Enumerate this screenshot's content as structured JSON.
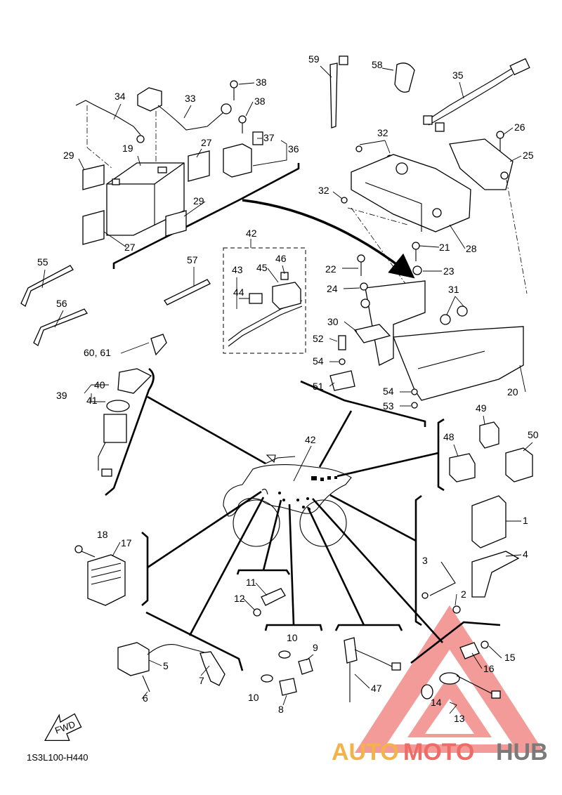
{
  "diagram": {
    "code": "1S3L100-H440",
    "fwd_label": "FWD",
    "callouts": [
      {
        "id": "c1",
        "label": "1"
      },
      {
        "id": "c2",
        "label": "2"
      },
      {
        "id": "c3",
        "label": "3"
      },
      {
        "id": "c4",
        "label": "4"
      },
      {
        "id": "c5",
        "label": "5"
      },
      {
        "id": "c6",
        "label": "6"
      },
      {
        "id": "c7",
        "label": "7"
      },
      {
        "id": "c8",
        "label": "8"
      },
      {
        "id": "c9",
        "label": "9"
      },
      {
        "id": "c10a",
        "label": "10"
      },
      {
        "id": "c10b",
        "label": "10"
      },
      {
        "id": "c11",
        "label": "11"
      },
      {
        "id": "c12",
        "label": "12"
      },
      {
        "id": "c13",
        "label": "13"
      },
      {
        "id": "c14",
        "label": "14"
      },
      {
        "id": "c15",
        "label": "15"
      },
      {
        "id": "c16",
        "label": "16"
      },
      {
        "id": "c17",
        "label": "17"
      },
      {
        "id": "c18",
        "label": "18"
      },
      {
        "id": "c19",
        "label": "19"
      },
      {
        "id": "c20",
        "label": "20"
      },
      {
        "id": "c21",
        "label": "21"
      },
      {
        "id": "c22",
        "label": "22"
      },
      {
        "id": "c23",
        "label": "23"
      },
      {
        "id": "c24",
        "label": "24"
      },
      {
        "id": "c25",
        "label": "25"
      },
      {
        "id": "c26",
        "label": "26"
      },
      {
        "id": "c27a",
        "label": "27"
      },
      {
        "id": "c27b",
        "label": "27"
      },
      {
        "id": "c28",
        "label": "28"
      },
      {
        "id": "c29a",
        "label": "29"
      },
      {
        "id": "c29b",
        "label": "29"
      },
      {
        "id": "c30",
        "label": "30"
      },
      {
        "id": "c31",
        "label": "31"
      },
      {
        "id": "c32a",
        "label": "32"
      },
      {
        "id": "c32b",
        "label": "32"
      },
      {
        "id": "c33",
        "label": "33"
      },
      {
        "id": "c34",
        "label": "34"
      },
      {
        "id": "c35",
        "label": "35"
      },
      {
        "id": "c36",
        "label": "36"
      },
      {
        "id": "c37",
        "label": "37"
      },
      {
        "id": "c38a",
        "label": "38"
      },
      {
        "id": "c38b",
        "label": "38"
      },
      {
        "id": "c39",
        "label": "39"
      },
      {
        "id": "c40",
        "label": "40"
      },
      {
        "id": "c41",
        "label": "41"
      },
      {
        "id": "c42a",
        "label": "42"
      },
      {
        "id": "c42b",
        "label": "42"
      },
      {
        "id": "c43",
        "label": "43"
      },
      {
        "id": "c44",
        "label": "44"
      },
      {
        "id": "c45",
        "label": "45"
      },
      {
        "id": "c46",
        "label": "46"
      },
      {
        "id": "c47",
        "label": "47"
      },
      {
        "id": "c48",
        "label": "48"
      },
      {
        "id": "c49",
        "label": "49"
      },
      {
        "id": "c50",
        "label": "50"
      },
      {
        "id": "c51",
        "label": "51"
      },
      {
        "id": "c52",
        "label": "52"
      },
      {
        "id": "c53",
        "label": "53"
      },
      {
        "id": "c54a",
        "label": "54"
      },
      {
        "id": "c54b",
        "label": "54"
      },
      {
        "id": "c55",
        "label": "55"
      },
      {
        "id": "c56",
        "label": "56"
      },
      {
        "id": "c57",
        "label": "57"
      },
      {
        "id": "c58",
        "label": "58"
      },
      {
        "id": "c59",
        "label": "59"
      },
      {
        "id": "c6061",
        "label": "60, 61"
      }
    ]
  },
  "watermark": {
    "text_part1": "AUTO",
    "text_part2": "MOTO",
    "text_part3": "HUB",
    "colors": {
      "orange": "#f3b24a",
      "red": "#ef6b66",
      "gray": "#7a7a7a",
      "triangle": "#f08a86"
    }
  }
}
